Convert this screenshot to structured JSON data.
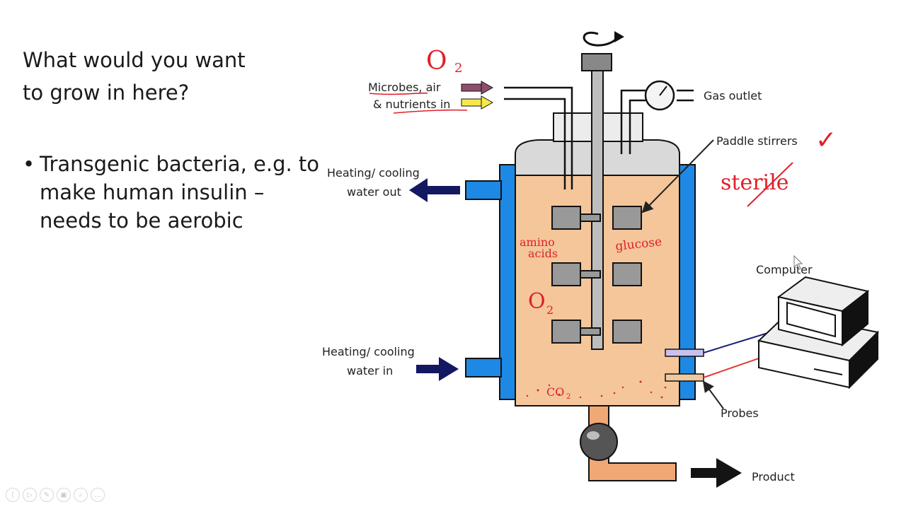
{
  "slide": {
    "question_line1": "What would you want",
    "question_line2": "to grow in here?",
    "bullet_line1": "Transgenic bacteria, e.g. to",
    "bullet_line2": "make human insulin –",
    "bullet_line3": "needs to be aerobic"
  },
  "diagram": {
    "inlet_line1": "Microbes, air",
    "inlet_line2": "& nutrients in",
    "gas_outlet": "Gas outlet",
    "paddle_stirrers": "Paddle stirrers",
    "water_out_line1": "Heating/ cooling",
    "water_out_line2": "water out",
    "water_in_line1": "Heating/ cooling",
    "water_in_line2": "water in",
    "computer": "Computer",
    "probes": "Probes",
    "product": "Product"
  },
  "annotations": {
    "o2_top": "O",
    "o2_top_sub": "2",
    "o2_tank": "O",
    "o2_tank_sub": "2",
    "amino_line1": "amino",
    "amino_line2": "acids",
    "glucose": "glucose",
    "co2": "CO",
    "co2_sub": "2",
    "sterile": "sterile",
    "tick": "✓"
  },
  "colors": {
    "jacket": "#1e88e5",
    "broth": "#f5c69a",
    "vessel_top": "#d9d9d9",
    "product_pipe": "#f0a875",
    "arrow_dark": "#141860",
    "ink_red": "#e0202a"
  },
  "controls": [
    "⟨",
    "▷",
    "✎",
    "▣",
    "⌕",
    "…"
  ]
}
